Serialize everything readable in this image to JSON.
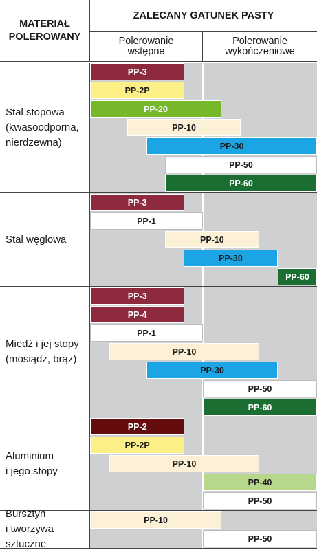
{
  "header": {
    "material_line1": "MATERIAŁ",
    "material_line2": "POLEROWANY",
    "title": "ZALECANY GATUNEK PASTY",
    "pre_polish": "Polerowanie\nwstępne",
    "finish_polish": "Polerowanie\nwykończeniowe"
  },
  "colors": {
    "maroon": "#8e2a3d",
    "dark_maroon": "#640c0e",
    "yellow": "#fbef86",
    "lime": "#76b82a",
    "cream": "#fcf0d7",
    "blue": "#1ca5e4",
    "white": "#ffffff",
    "dark_green": "#1b6e32",
    "light_green": "#b7d88c",
    "track_gray": "#cfd0d2"
  },
  "chart_data": {
    "type": "range-table",
    "scale_note": "bar positions along the pre→finish polishing axis; 0 = start of pre-polishing, 1 = end of finishing",
    "groups": [
      {
        "material": "Stal stopowa\n(kwasoodporna,\nnierdzewna)",
        "rows": [
          {
            "label": "PP-3",
            "start": 0.0,
            "end": 0.416,
            "color": "maroon",
            "text": "light"
          },
          {
            "label": "PP-2P",
            "start": 0.0,
            "end": 0.416,
            "color": "yellow",
            "text": "dark"
          },
          {
            "label": "PP-20",
            "start": 0.0,
            "end": 0.579,
            "color": "lime",
            "text": "light"
          },
          {
            "label": "PP-10",
            "start": 0.165,
            "end": 0.663,
            "color": "cream",
            "text": "dark"
          },
          {
            "label": "PP-30",
            "start": 0.249,
            "end": 1.0,
            "color": "blue",
            "text": "dark"
          },
          {
            "label": "PP-50",
            "start": 0.33,
            "end": 1.0,
            "color": "white",
            "text": "dark"
          },
          {
            "label": "PP-60",
            "start": 0.33,
            "end": 1.0,
            "color": "dark_green",
            "text": "light"
          }
        ]
      },
      {
        "material": "Stal węglowa",
        "rows": [
          {
            "label": "PP-3",
            "start": 0.0,
            "end": 0.416,
            "color": "maroon",
            "text": "light"
          },
          {
            "label": "PP-1",
            "start": 0.0,
            "end": 0.497,
            "color": "white",
            "text": "dark"
          },
          {
            "label": "PP-10",
            "start": 0.33,
            "end": 0.745,
            "color": "cream",
            "text": "dark"
          },
          {
            "label": "PP-30",
            "start": 0.412,
            "end": 0.827,
            "color": "blue",
            "text": "dark"
          },
          {
            "label": "PP-60",
            "start": 0.827,
            "end": 1.0,
            "color": "dark_green",
            "text": "light"
          }
        ]
      },
      {
        "material": "Miedź i jej stopy\n(mosiądz, brąz)",
        "rows": [
          {
            "label": "PP-3",
            "start": 0.0,
            "end": 0.416,
            "color": "maroon",
            "text": "light"
          },
          {
            "label": "PP-4",
            "start": 0.0,
            "end": 0.416,
            "color": "maroon",
            "text": "light"
          },
          {
            "label": "PP-1",
            "start": 0.0,
            "end": 0.497,
            "color": "white",
            "text": "dark"
          },
          {
            "label": "PP-10",
            "start": 0.085,
            "end": 0.745,
            "color": "cream",
            "text": "dark"
          },
          {
            "label": "PP-30",
            "start": 0.249,
            "end": 0.827,
            "color": "blue",
            "text": "dark"
          },
          {
            "label": "PP-50",
            "start": 0.497,
            "end": 1.0,
            "color": "white",
            "text": "dark"
          },
          {
            "label": "PP-60",
            "start": 0.497,
            "end": 1.0,
            "color": "dark_green",
            "text": "light"
          }
        ]
      },
      {
        "material": "Aluminium\ni jego stopy",
        "rows": [
          {
            "label": "PP-2",
            "start": 0.0,
            "end": 0.416,
            "color": "dark_maroon",
            "text": "light"
          },
          {
            "label": "PP-2P",
            "start": 0.0,
            "end": 0.416,
            "color": "yellow",
            "text": "dark"
          },
          {
            "label": "PP-10",
            "start": 0.085,
            "end": 0.745,
            "color": "cream",
            "text": "dark"
          },
          {
            "label": "PP-40",
            "start": 0.497,
            "end": 1.0,
            "color": "light_green",
            "text": "dark"
          },
          {
            "label": "PP-50",
            "start": 0.497,
            "end": 1.0,
            "color": "white",
            "text": "dark"
          }
        ]
      },
      {
        "material": "Bursztyn\ni tworzywa\nsztuczne",
        "rows": [
          {
            "label": "PP-10",
            "start": 0.0,
            "end": 0.579,
            "color": "cream",
            "text": "dark"
          },
          {
            "label": "PP-50",
            "start": 0.497,
            "end": 1.0,
            "color": "white",
            "text": "dark"
          }
        ]
      }
    ]
  }
}
